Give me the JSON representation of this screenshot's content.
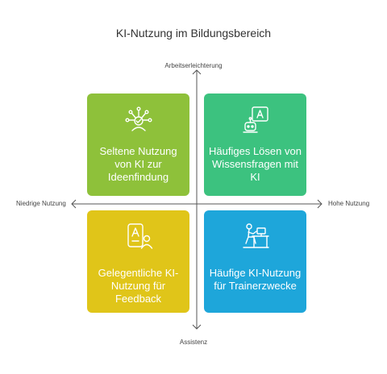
{
  "title": "KI-Nutzung im Bildungsbereich",
  "axes": {
    "top": "Arbeitserleichterung",
    "bottom": "Assistenz",
    "left": "Niedrige Nutzung",
    "right": "Hohe Nutzung"
  },
  "quadrants": {
    "top_left": {
      "text": "Seltene Nutzung von KI zur Ideenfindung",
      "icon": "idea-network-icon",
      "color": "#8ec13a"
    },
    "top_right": {
      "text": "Häufiges Lösen von Wissensfragen mit KI",
      "icon": "robot-answer-icon",
      "color": "#3cc27f"
    },
    "bottom_left": {
      "text": "Gelegentliche KI-Nutzung für Feedback",
      "icon": "document-feedback-icon",
      "color": "#e0c519"
    },
    "bottom_right": {
      "text": "Häufige KI-Nutzung für Trainerzwecke",
      "icon": "person-at-desk-icon",
      "color": "#1ea6da"
    }
  }
}
